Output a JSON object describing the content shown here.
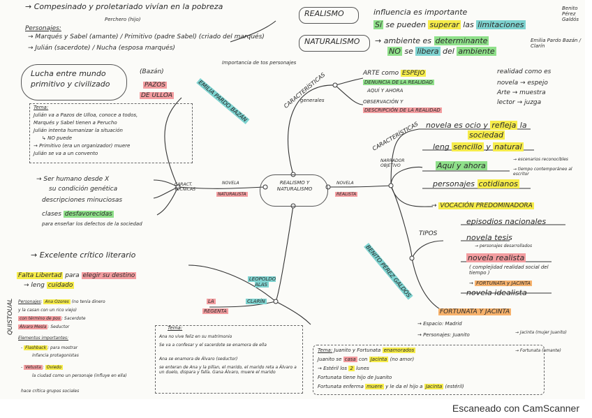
{
  "top": {
    "l1": "→ Compesinado y proletariado vivían en la pobreza",
    "perchero": "Perchero (hijo)",
    "personajes": "Personajes:",
    "p1": "→ Marqués y Sabel (amante) / Primitivo (padre Sabel) (criado del marqués)",
    "p2": "→ Julián (sacerdote) / Nucha (esposa marqués)",
    "realismo_box": "REALISMO",
    "influencia": "influencia es importante",
    "limitaciones": "Sí se pueden superar las limitaciones",
    "side1": "Benito Pérez Galdós",
    "naturalismo_box": "NATURALISMO",
    "ambiente": "→ ambiente es determinante",
    "nose": "NO se libera del ambiente",
    "side2": "Emilia Pardo Bazán / Clarín"
  },
  "emilia": {
    "importancia": "Importancia de tos personajes",
    "lucha": "Lucha entre mundo primitivo y civilizado",
    "bazan": "(Bazán)",
    "pazos": "PAZOS",
    "ulloa": "DE ULLOA",
    "author": "EMILIA PARDO BAZÁN",
    "tema": "Tema:",
    "tema_lines": [
      "Julián va a Pazos de Ulloa, conoce a todos,",
      "Marqués y Sabel tienen a Perucho",
      "Julián intenta humanizar la situación",
      "↳ NO puede",
      "→ Primitivo (era un organizador) muere",
      "Julián se va a un convento"
    ]
  },
  "center": {
    "title": "REALISMO Y NATURALISMO",
    "novela_nat": "NOVELA",
    "naturalista": "NATURALISTA",
    "novela_real": "NOVELA",
    "realista": "REALISTA",
    "caract_tec": "CARACT. TÉCNICAS"
  },
  "caract": {
    "ser_humano": "→ Ser humano desde X",
    "condicion": "su condición genética",
    "descripciones": "descripciones minuciosas",
    "clases": "clases desfavorecidas",
    "para": "para enseñar los defectos de la sociedad"
  },
  "generales": {
    "label": "CARACTERÍSTICAS",
    "sub": "generales",
    "g1": "ARTE como ESPEJO",
    "g2": "DENUNCIA DE LA REALIDAD",
    "g3": "AQUÍ Y AHORA",
    "g4": "OBSERVACIÓN Y",
    "g5": "DESCRIPCIÓN DE LA REALIDAD",
    "r1": "realidad como es",
    "r2": "novela → espejo",
    "r3": "Arte → muestra",
    "r4": "lector → juzga"
  },
  "realista": {
    "caract": "CARACTERÍSTICAS",
    "narrador": "NARRADOR OBJETIVO",
    "c1": "novela es ocio y refleja la sociedad",
    "c2": "leng sencillo y natural",
    "c3": "Aquí y ahora",
    "c3a": "→ escenarios reconocibles",
    "c3b": "→ tiempo contemporáneo al escritor",
    "c4": "personajes cotidianos",
    "vocacion": "VOCACIÓN PREDOMINADORA",
    "tipos": "TIPOS",
    "benito": "BENITO PÉREZ GALDÓS",
    "t1": "episodios nacionales",
    "t2": "novela tesis",
    "t2a": "→ personajes desarrollados",
    "t3": "novela realista",
    "t3a": "( complejidad realidad social del tiempo )",
    "t3b": "→ FORTUNATA y JACINTA",
    "t4": "novela idealista",
    "fortunata": "FORTUNATA Y JACINTA",
    "espacio": "→ Espacio: Madrid",
    "personajes": "→ Personajes: Juanito",
    "jacinta": "→ Jacinta (mujer Juanito)",
    "fortunata_am": "→ Fortunata (amante)",
    "tema_lines": [
      "Tema: Juanito y Fortunata enamorados",
      "Juanito se casa con Jacinta (no amor)",
      "→ Estéril los 2 lunes",
      "Fortunata tiene hijo de Juanito",
      "Fortunata enferma muere y le da el hijo a Jacinta (estéril)"
    ]
  },
  "clarin": {
    "leopoldo": "LEOPOLDO ALAS",
    "clarin": "CLARÍN",
    "la": "LA",
    "regenta": "REGENTA",
    "excelente": "→ Excelente crítico literario",
    "falta": "Falta Libertad para elegir su destino",
    "leng": "→ leng cuidado",
    "personajes": "Personajes: Ana Ozores (no tenía dinero y la casan con un rico viejo)",
    "personajes2": "con término de pos: Sacerdote",
    "alvaro": "Álvaro Mesía: Seductor",
    "elementos": "Elementos importantes:",
    "flash": "Flashback: para mostrar infancia protagonistas",
    "vetusta": "Vetusta: Oviedo",
    "ciudad": "la ciudad como un personaje (influye en ella)",
    "critica": "hace crítica grupos sociales",
    "tema": "Tema:",
    "tema_lines": [
      "Ana no vive feliz en su matrimonio",
      "Se va a confesar y el sacerdote se enamora de ella",
      "Ana se enamora de Álvaro (seductor)",
      "se enteran de Ana y la pillan, el marido, el marido reta a Álvaro a un duelo, dispara y falla. Gana Álvaro, muere el marido"
    ],
    "vertical": "QUISTOUAL"
  },
  "footer": "Escaneado con CamScanner"
}
